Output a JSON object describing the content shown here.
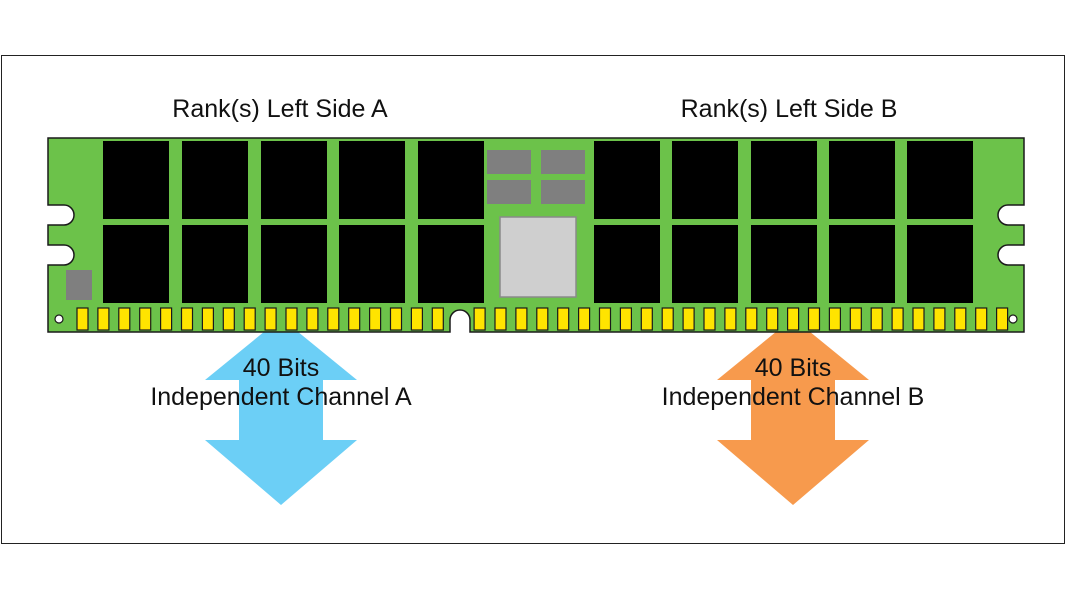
{
  "labels": {
    "rank_a": "Rank(s) Left Side A",
    "rank_b": "Rank(s) Left Side B",
    "channel_a_bits": "40 Bits",
    "channel_a_name": "Independent Channel A",
    "channel_b_bits": "40 Bits",
    "channel_b_name": "Independent Channel B"
  },
  "colors": {
    "pcb": "#6cc24a",
    "chip": "#000000",
    "pin": "#ffe400",
    "buffer_chip": "#cfcfcf",
    "small_chip": "#7f7f7f",
    "arrow_a": "#6ccff6",
    "arrow_b": "#f79a4d",
    "outline": "#1a1a1a"
  }
}
